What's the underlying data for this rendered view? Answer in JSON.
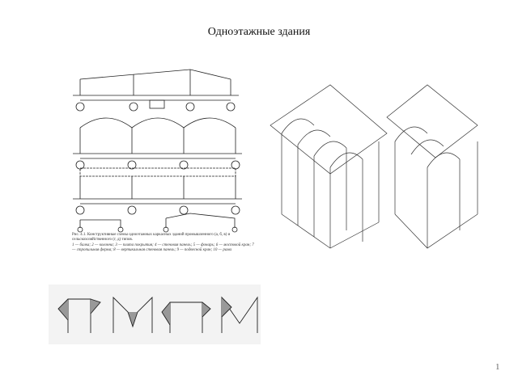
{
  "slide": {
    "title": "Одноэтажные здания",
    "page_number": "1"
  },
  "figure_main": {
    "caption_title": "Рис. 4.1. Конструктивные схемы одноэтажных каркасных зданий промышленного (а, б, в) и сельскохозяйственного (г, д) типов.",
    "caption_legend": "1 — балка; 2 — колонна; 3 — плита покрытия; 4 — стеновая панель; 5 — фонарь; 6 — мостовой кран; 7 — стропильная ферма; 8 — вертикальная стеновая панель; 9 — подвесной кран; 10 — рама"
  }
}
